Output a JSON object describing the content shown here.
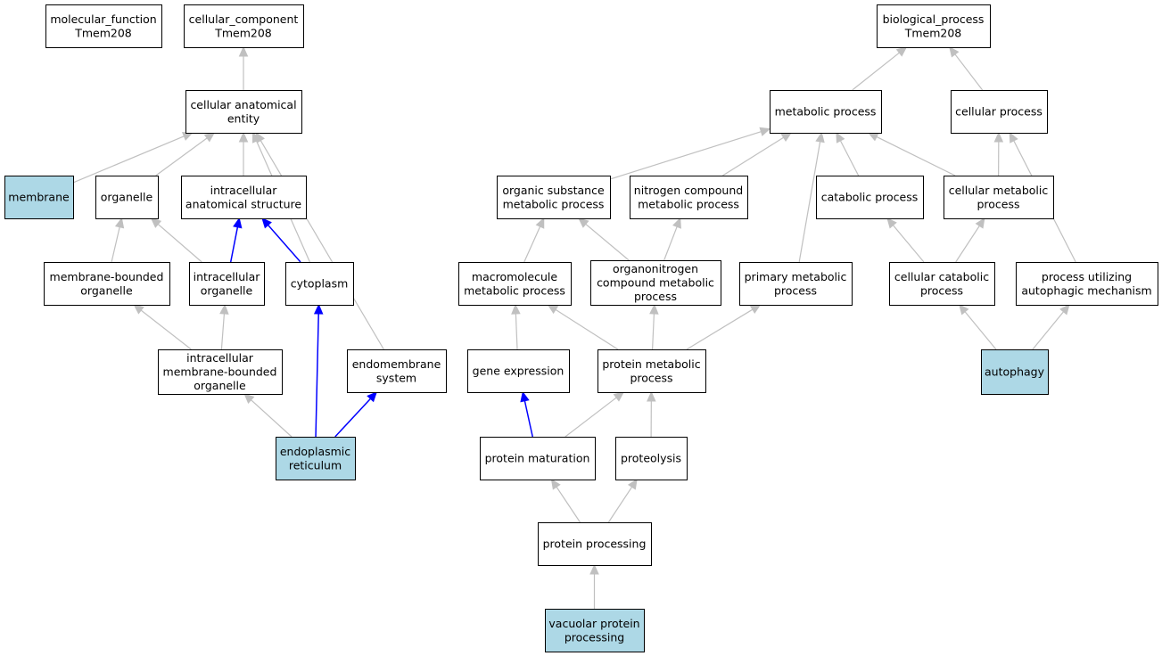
{
  "colors": {
    "highlight_fill": "#add8e6",
    "node_fill": "#ffffff",
    "node_stroke": "#000000",
    "edge_gray": "#c0c0c0",
    "edge_blue": "#0000ff"
  },
  "nodes": [
    {
      "id": "mf",
      "lines": [
        "molecular_function",
        "Tmem208"
      ],
      "highlighted": false
    },
    {
      "id": "cc",
      "lines": [
        "cellular_component",
        "Tmem208"
      ],
      "highlighted": false
    },
    {
      "id": "cae",
      "lines": [
        "cellular anatomical",
        "entity"
      ],
      "highlighted": false
    },
    {
      "id": "membrane",
      "lines": [
        "membrane"
      ],
      "highlighted": true
    },
    {
      "id": "organelle",
      "lines": [
        "organelle"
      ],
      "highlighted": false
    },
    {
      "id": "ias",
      "lines": [
        "intracellular",
        "anatomical structure"
      ],
      "highlighted": false
    },
    {
      "id": "mbo",
      "lines": [
        "membrane-bounded",
        "organelle"
      ],
      "highlighted": false
    },
    {
      "id": "io",
      "lines": [
        "intracellular",
        "organelle"
      ],
      "highlighted": false
    },
    {
      "id": "cytoplasm",
      "lines": [
        "cytoplasm"
      ],
      "highlighted": false
    },
    {
      "id": "imbo",
      "lines": [
        "intracellular",
        "membrane-bounded",
        "organelle"
      ],
      "highlighted": false
    },
    {
      "id": "ems",
      "lines": [
        "endomembrane",
        "system"
      ],
      "highlighted": false
    },
    {
      "id": "er",
      "lines": [
        "endoplasmic",
        "reticulum"
      ],
      "highlighted": true
    },
    {
      "id": "bp",
      "lines": [
        "biological_process",
        "Tmem208"
      ],
      "highlighted": false
    },
    {
      "id": "mp",
      "lines": [
        "metabolic process"
      ],
      "highlighted": false
    },
    {
      "id": "cp",
      "lines": [
        "cellular process"
      ],
      "highlighted": false
    },
    {
      "id": "osmp",
      "lines": [
        "organic substance",
        "metabolic process"
      ],
      "highlighted": false
    },
    {
      "id": "ncmp",
      "lines": [
        "nitrogen compound",
        "metabolic process"
      ],
      "highlighted": false
    },
    {
      "id": "catp",
      "lines": [
        "catabolic process"
      ],
      "highlighted": false
    },
    {
      "id": "cmp",
      "lines": [
        "cellular metabolic",
        "process"
      ],
      "highlighted": false
    },
    {
      "id": "mmp",
      "lines": [
        "macromolecule",
        "metabolic process"
      ],
      "highlighted": false
    },
    {
      "id": "oncmp",
      "lines": [
        "organonitrogen",
        "compound metabolic",
        "process"
      ],
      "highlighted": false
    },
    {
      "id": "pmp",
      "lines": [
        "primary metabolic",
        "process"
      ],
      "highlighted": false
    },
    {
      "id": "ccp",
      "lines": [
        "cellular catabolic",
        "process"
      ],
      "highlighted": false
    },
    {
      "id": "puam",
      "lines": [
        "process utilizing",
        "autophagic mechanism"
      ],
      "highlighted": false
    },
    {
      "id": "ge",
      "lines": [
        "gene expression"
      ],
      "highlighted": false
    },
    {
      "id": "protmp",
      "lines": [
        "protein metabolic",
        "process"
      ],
      "highlighted": false
    },
    {
      "id": "autophagy",
      "lines": [
        "autophagy"
      ],
      "highlighted": true
    },
    {
      "id": "pmat",
      "lines": [
        "protein maturation"
      ],
      "highlighted": false
    },
    {
      "id": "proteolysis",
      "lines": [
        "proteolysis"
      ],
      "highlighted": false
    },
    {
      "id": "pp",
      "lines": [
        "protein processing"
      ],
      "highlighted": false
    },
    {
      "id": "vpp",
      "lines": [
        "vacuolar protein",
        "processing"
      ],
      "highlighted": true
    }
  ],
  "edges": [
    {
      "from": "cae",
      "to": "cc",
      "color": "gray"
    },
    {
      "from": "membrane",
      "to": "cae",
      "color": "gray"
    },
    {
      "from": "organelle",
      "to": "cae",
      "color": "gray"
    },
    {
      "from": "ias",
      "to": "cae",
      "color": "gray"
    },
    {
      "from": "cytoplasm",
      "to": "cae",
      "color": "gray"
    },
    {
      "from": "ems",
      "to": "cae",
      "color": "gray"
    },
    {
      "from": "mbo",
      "to": "organelle",
      "color": "gray"
    },
    {
      "from": "io",
      "to": "organelle",
      "color": "gray"
    },
    {
      "from": "io",
      "to": "ias",
      "color": "blue"
    },
    {
      "from": "cytoplasm",
      "to": "ias",
      "color": "blue"
    },
    {
      "from": "imbo",
      "to": "mbo",
      "color": "gray"
    },
    {
      "from": "imbo",
      "to": "io",
      "color": "gray"
    },
    {
      "from": "er",
      "to": "imbo",
      "color": "gray"
    },
    {
      "from": "er",
      "to": "cytoplasm",
      "color": "blue"
    },
    {
      "from": "er",
      "to": "ems",
      "color": "blue"
    },
    {
      "from": "mp",
      "to": "bp",
      "color": "gray"
    },
    {
      "from": "cp",
      "to": "bp",
      "color": "gray"
    },
    {
      "from": "osmp",
      "to": "mp",
      "color": "gray"
    },
    {
      "from": "ncmp",
      "to": "mp",
      "color": "gray"
    },
    {
      "from": "catp",
      "to": "mp",
      "color": "gray"
    },
    {
      "from": "cmp",
      "to": "mp",
      "color": "gray"
    },
    {
      "from": "pmp",
      "to": "mp",
      "color": "gray"
    },
    {
      "from": "cmp",
      "to": "cp",
      "color": "gray"
    },
    {
      "from": "puam",
      "to": "cp",
      "color": "gray"
    },
    {
      "from": "mmp",
      "to": "osmp",
      "color": "gray"
    },
    {
      "from": "oncmp",
      "to": "osmp",
      "color": "gray"
    },
    {
      "from": "oncmp",
      "to": "ncmp",
      "color": "gray"
    },
    {
      "from": "ccp",
      "to": "catp",
      "color": "gray"
    },
    {
      "from": "ccp",
      "to": "cmp",
      "color": "gray"
    },
    {
      "from": "ge",
      "to": "mmp",
      "color": "gray"
    },
    {
      "from": "protmp",
      "to": "mmp",
      "color": "gray"
    },
    {
      "from": "protmp",
      "to": "oncmp",
      "color": "gray"
    },
    {
      "from": "protmp",
      "to": "pmp",
      "color": "gray"
    },
    {
      "from": "autophagy",
      "to": "ccp",
      "color": "gray"
    },
    {
      "from": "autophagy",
      "to": "puam",
      "color": "gray"
    },
    {
      "from": "pmat",
      "to": "ge",
      "color": "blue"
    },
    {
      "from": "pmat",
      "to": "protmp",
      "color": "gray"
    },
    {
      "from": "proteolysis",
      "to": "protmp",
      "color": "gray"
    },
    {
      "from": "pp",
      "to": "pmat",
      "color": "gray"
    },
    {
      "from": "pp",
      "to": "proteolysis",
      "color": "gray"
    },
    {
      "from": "vpp",
      "to": "pp",
      "color": "gray"
    }
  ]
}
